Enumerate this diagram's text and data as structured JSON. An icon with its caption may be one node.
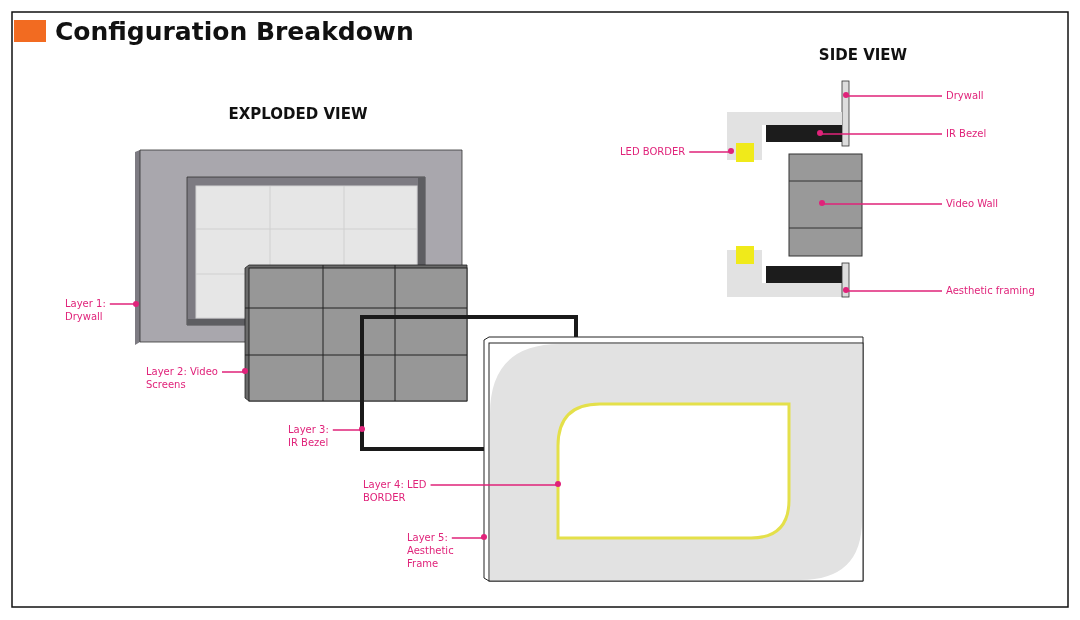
{
  "diagram": {
    "title": "Configuration Breakdown",
    "nodes": [
      {
        "text": [
          "Layer 1: Drywall"
        ]
      },
      {
        "text": [],
        "shape": "box"
      },
      {
        "text": [
          "Layer 2: Video Screens"
        ]
      },
      {
        "text": [],
        "shape": "box"
      },
      {
        "text": [
          "Layer 3: IR Bezel"
        ]
      },
      {
        "text": [],
        "shape": "box"
      },
      {
        "text": [
          "Layer 4: LED BORDER"
        ]
      },
      {
        "text": [],
        "shape": "box",
        "in": 9
      },
      {
        "text": [
          "Layer 5: Aesthetic Frame"
        ]
      },
      {
        "text": [],
        "shape": "box"
      },
      {
        "text": [
          "Drywall"
        ]
      },
      {
        "text": [],
        "shape": "bar"
      },
      {
        "text": [
          "IR Bezel"
        ]
      },
      {
        "text": [],
        "shape": "bar"
      },
      {
        "text": [
          "LED BORDER"
        ]
      },
      {
        "text": [],
        "shape": "box",
        "in": 13
      },
      {
        "text": [
          "Video Wall"
        ]
      },
      {
        "text": [],
        "shape": "box"
      },
      {
        "text": [
          "Aesthetic framing"
        ]
      },
      {
        "text": [],
        "shape": "bar"
      }
    ],
    "edges": [
      {
        "from": 0,
        "to": 1,
        "arrow": "other"
      },
      {
        "from": 2,
        "to": 3,
        "arrow": "other"
      },
      {
        "from": 4,
        "to": 5,
        "arrow": "other"
      },
      {
        "from": 6,
        "to": 7,
        "arrow": "other"
      },
      {
        "from": 8,
        "to": 9,
        "arrow": "other"
      },
      {
        "from": 10,
        "to": 11,
        "arrow": "other"
      },
      {
        "from": 12,
        "to": 13,
        "arrow": "other"
      },
      {
        "from": 14,
        "to": 15,
        "arrow": "other"
      },
      {
        "from": 16,
        "to": 17,
        "arrow": "other"
      },
      {
        "from": 18,
        "to": 19,
        "arrow": "other"
      }
    ],
    "labels": [
      "EXPLODED VIEW",
      "SIDE VIEW"
    ]
  }
}
